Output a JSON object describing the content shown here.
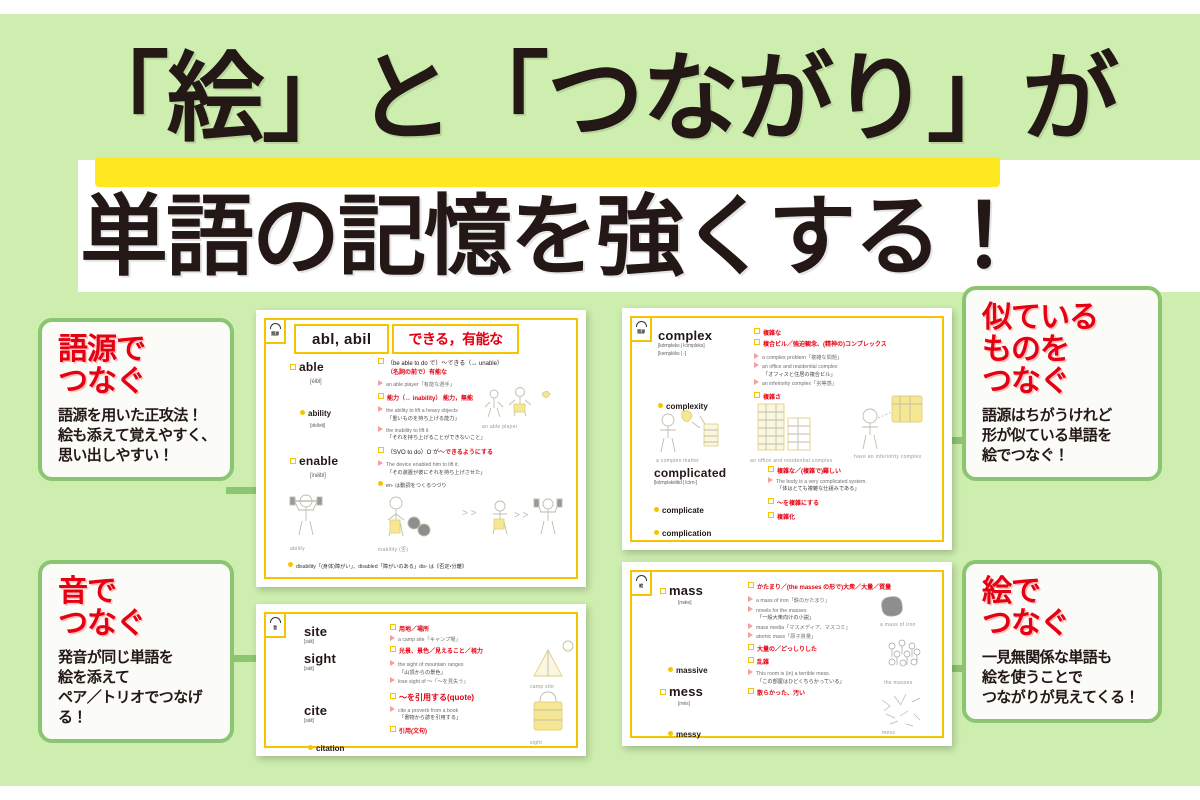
{
  "title": {
    "line1": "「絵」と「つながり」が",
    "line2": "単語の記憶を強くする！",
    "highlight_color": "#ffe81f",
    "text_color": "#231815",
    "background_color": "#cdeeae"
  },
  "callouts": [
    {
      "id": "genre",
      "heading": "語源で\nつなぐ",
      "body": "語源を用いた正攻法！\n絵も添えて覚えやすく、\n思い出しやすい！",
      "heading_color": "#e50012"
    },
    {
      "id": "oto",
      "heading": "音で\nつなぐ",
      "body": "発音が同じ単語を\n絵を添えて\nペア／トリオでつなげる！",
      "heading_color": "#e50012"
    },
    {
      "id": "niteiru",
      "heading": "似ている\nものを\nつなぐ",
      "body": "語源はちがうけれど\n形が似ている単語を\n絵でつなぐ！",
      "heading_color": "#e50012"
    },
    {
      "id": "e",
      "heading": "絵で\nつなぐ",
      "body": "一見無関係な単語も\n絵を使うことで\nつながりが見えてくる！",
      "heading_color": "#e50012"
    }
  ],
  "pages": {
    "abl": {
      "tab_label": "語源",
      "header_en": "abl, abil",
      "header_ja": "できる，有能な",
      "entries": [
        {
          "word": "able",
          "phonetic": "[éibl]",
          "sub": false,
          "senses": [
            "（be able to do で）〜できる（↔ unable）",
            "（名詞の前で）有能な"
          ],
          "examples": [
            "an able player「有能な選手」"
          ]
        },
        {
          "word": "ability",
          "phonetic": "[əbíləti]",
          "sub": true,
          "senses": [
            "能力（↔ inability） 能力，無能"
          ],
          "examples": [
            "the ability to lift a heavy objects",
            "「重いものを持ち上げる能力」",
            "the inability to lift it",
            "「それを持ち上げることができないこと」"
          ]
        },
        {
          "word": "enable",
          "phonetic": "[inéibl]",
          "sub": false,
          "senses": [
            "（SVO to do）O が〜できるようにする"
          ],
          "examples": [
            "The device enabled him to lift it.",
            "「その装置が彼にそれを持ち上げさせた」",
            "en- は動詞をつくるつづり"
          ]
        }
      ],
      "footnote": "disability「(身体)障がい」、disabled「障がいのある」dis- は《否定・分離》",
      "sketch_labels": [
        "an able player",
        "ability",
        "inability (否)"
      ]
    },
    "complex": {
      "tab_label": "語源",
      "entries": [
        {
          "word": "complex",
          "phonetic": "[kɑ́mpleks | kɔ́mpleks]",
          "phonetic2": "[kəmpléks | -]",
          "sub": false,
          "senses": [
            "複雑な",
            "複合ビル／強迫観念、(精神の)コンプレックス"
          ],
          "examples": [
            "a complex problem「複雑な問題」",
            "an office and residential complex",
            "「オフィスと住居の複合ビル」",
            "an inferiority complex「劣等感」"
          ]
        },
        {
          "word": "complexity",
          "phonetic": "",
          "sub": true,
          "senses": [
            "複雑さ"
          ],
          "examples": []
        },
        {
          "word": "complicated",
          "phonetic": "[kɑ́mpləkèitid | kɔ́m-]",
          "sub": false,
          "senses": [
            "複雑な／(複雑で)難しい"
          ],
          "examples": [
            "The body is a very complicated system.",
            "「体はとても複雑な仕組みである」"
          ]
        },
        {
          "word": "complicate",
          "phonetic": "",
          "sub": true,
          "senses": [
            "〜を複雑にする"
          ],
          "examples": []
        },
        {
          "word": "complication",
          "phonetic": "",
          "sub": true,
          "senses": [
            "複雑化"
          ],
          "examples": []
        }
      ],
      "sketch_labels": [
        "a complex matter",
        "an office and residential complex",
        "have an inferiority complex"
      ]
    },
    "site": {
      "tab_label": "音",
      "entries": [
        {
          "word": "site",
          "phonetic": "[sáit]",
          "sub": false,
          "senses": [
            "用地／場所"
          ],
          "examples": [
            "a camp site「キャンプ場」"
          ]
        },
        {
          "word": "sight",
          "phonetic": "[sáit]",
          "sub": false,
          "senses": [
            "光景、景色／見えること／視力"
          ],
          "examples": [
            "the sight of mountain ranges",
            "「山頂からの景色」",
            "lose sight of 〜「〜を見失う」"
          ]
        },
        {
          "word": "cite",
          "phonetic": "[sáit]",
          "sub": false,
          "senses": [
            "〜を引用する(quote)"
          ],
          "examples": [
            "cite a proverb from a book",
            "「書物から諺を引用する」"
          ]
        },
        {
          "word": "citation",
          "phonetic": "",
          "sub": true,
          "senses": [
            "引用(文句)"
          ],
          "examples": []
        }
      ],
      "sketch_labels": [
        "camp site",
        "sight"
      ]
    },
    "mass": {
      "tab_label": "絵",
      "entries": [
        {
          "word": "mass",
          "phonetic": "[mǽs]",
          "sub": false,
          "senses": [
            "かたまり／(the masses の形で)大衆／大量／質量"
          ],
          "examples": [
            "a mass of iron「鉄のかたまり」",
            "novels for the masses",
            "「一般大衆向けの小説」",
            "mass media「マスメディア、マスコミ」",
            "atomic mass「原子質量」"
          ]
        },
        {
          "word": "massive",
          "phonetic": "",
          "sub": true,
          "senses": [
            "大量の／どっしりした"
          ],
          "examples": []
        },
        {
          "word": "mess",
          "phonetic": "[més]",
          "sub": false,
          "senses": [
            "乱雑"
          ],
          "examples": [
            "This room is (in) a terrible mess.",
            "「この部屋はひどくちらかっている」"
          ]
        },
        {
          "word": "messy",
          "phonetic": "",
          "sub": true,
          "senses": [
            "散らかった、汚い"
          ],
          "examples": []
        },
        {
          "word": "",
          "phonetic": "",
          "sub": true,
          "senses": [],
          "examples": []
        }
      ],
      "sketch_labels": [
        "a mass of iron",
        "the masses",
        "mess"
      ]
    }
  }
}
